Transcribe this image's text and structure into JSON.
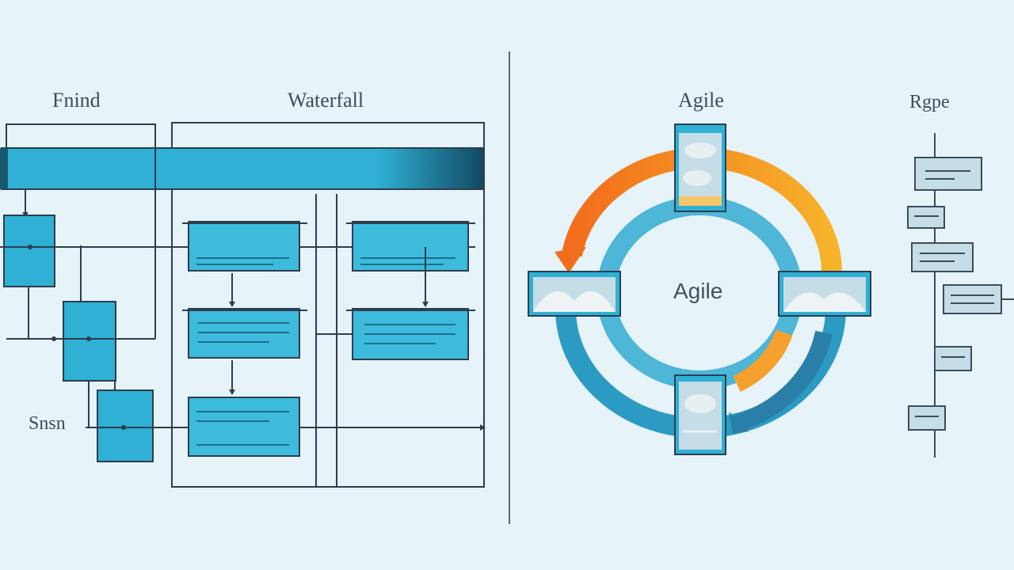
{
  "labels": {
    "left_title": "Fnind",
    "mid_title": "Waterfall",
    "bottom_left": "Snsn",
    "agile_title": "Agile",
    "agile_center": "Agile",
    "right_title": "Rgpe"
  },
  "colors": {
    "background": "#e6f3f9",
    "box_fill": "#2fb0d4",
    "box_fill_light": "#3dbbdc",
    "outline": "#2c3e4f",
    "orange_arrow": "#f28a1c",
    "orange_arrow_light": "#f6b43b",
    "blue_ring": "#2c9bc4",
    "blue_ring_light": "#4eb6d6",
    "card_fill": "#c5dde6",
    "divider": "#5a6670"
  }
}
